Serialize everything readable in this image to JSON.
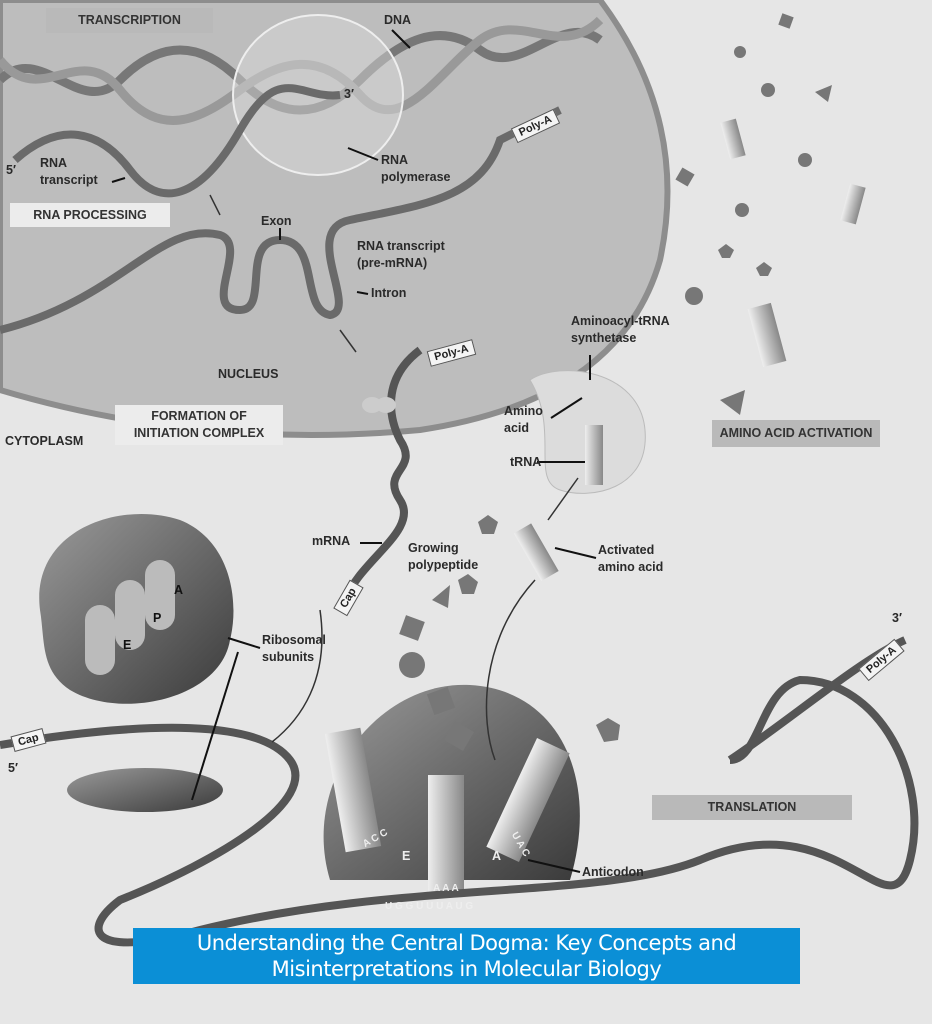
{
  "sections": {
    "transcription": "TRANSCRIPTION",
    "rna_processing": "RNA PROCESSING",
    "formation_line1": "FORMATION OF",
    "formation_line2": "INITIATION COMPLEX",
    "amino_acid_activation": "AMINO ACID ACTIVATION",
    "translation": "TRANSLATION"
  },
  "labels": {
    "dna": "DNA",
    "three_prime_top": "3′",
    "five_prime_top": "5′",
    "rna_transcript_1": "RNA",
    "rna_transcript_2": "transcript",
    "rna_polymerase_1": "RNA",
    "rna_polymerase_2": "polymerase",
    "poly_a": "Poly-A",
    "exon": "Exon",
    "pre_mrna_1": "RNA transcript",
    "pre_mrna_2": "(pre-mRNA)",
    "intron": "Intron",
    "nucleus": "NUCLEUS",
    "cytoplasm": "CYTOPLASM",
    "synthetase_1": "Aminoacyl-tRNA",
    "synthetase_2": "synthetase",
    "amino_acid_1": "Amino",
    "amino_acid_2": "acid",
    "trna": "tRNA",
    "mrna": "mRNA",
    "growing_1": "Growing",
    "growing_2": "polypeptide",
    "activated_1": "Activated",
    "activated_2": "amino acid",
    "cap": "Cap",
    "site_a": "A",
    "site_p": "P",
    "site_e": "E",
    "ribosomal_1": "Ribosomal",
    "ribosomal_2": "subunits",
    "three_prime_bottom": "3′",
    "five_prime_bottom": "5′",
    "anticodon_acc": "A C C",
    "anticodon_uac": "U A C",
    "codon_aaa": "A A A",
    "mrna_codons": "U G G U U U A U G",
    "anticodon": "Anticodon"
  },
  "caption": {
    "line1": "Understanding the Central Dogma: Key Concepts and",
    "line2": "Misinterpretations in Molecular Biology"
  },
  "colors": {
    "caption_bg": "#0b8fd6",
    "nucleus": "#bdbdbd",
    "background": "#e6e6e6"
  }
}
